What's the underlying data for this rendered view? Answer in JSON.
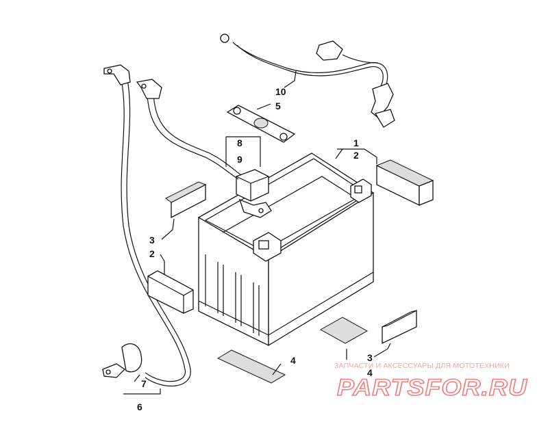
{
  "callouts": {
    "c1": "1",
    "c2a": "2",
    "c2b": "2",
    "c3a": "3",
    "c3b": "3",
    "c4a": "4",
    "c4b": "4",
    "c5": "5",
    "c6": "6",
    "c7": "7",
    "c8": "8",
    "c9": "9",
    "c10": "10"
  },
  "watermark": {
    "tagline": "ЗАПЧАСТИ И АКСЕССУАРЫ ДЛЯ МОТОТЕХНИКИ",
    "brand": "PARTSFOR.RU",
    "color": "#f08080"
  }
}
